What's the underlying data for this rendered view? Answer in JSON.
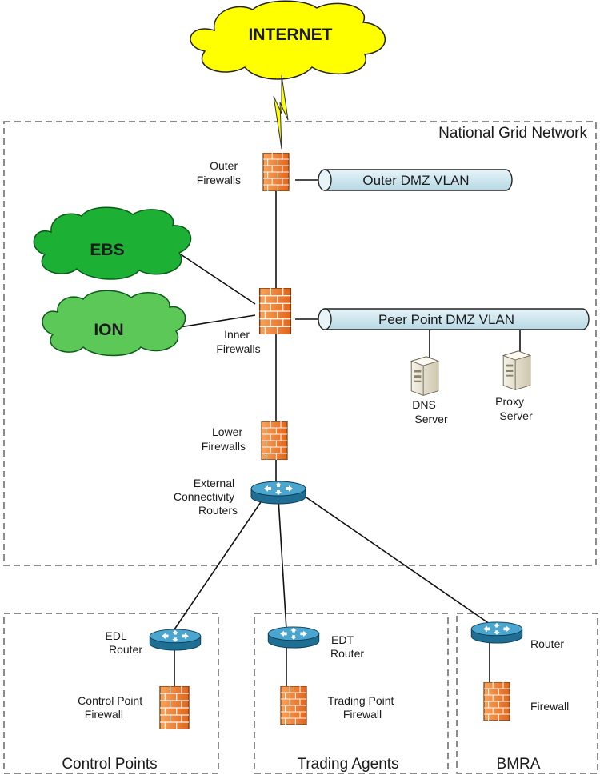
{
  "clouds": {
    "internet": "INTERNET",
    "ebs": "EBS",
    "ion": "ION"
  },
  "regions": {
    "national_grid": "National Grid Network",
    "control_points": "Control Points",
    "trading_agents": "Trading Agents",
    "bmra": "BMRA"
  },
  "vlans": {
    "outer_dmz": "Outer DMZ VLAN",
    "peer_point_dmz": "Peer Point DMZ VLAN"
  },
  "devices": {
    "outer_firewalls": [
      "Outer",
      "Firewalls"
    ],
    "inner_firewalls": [
      "Inner",
      "Firewalls"
    ],
    "lower_firewalls": [
      "Lower",
      "Firewalls"
    ],
    "external_routers": [
      "External",
      "Connectivity",
      "Routers"
    ],
    "dns_server": [
      "DNS",
      "Server"
    ],
    "proxy_server": [
      "Proxy",
      "Server"
    ],
    "edl_router": [
      "EDL",
      "Router"
    ],
    "control_point_firewall": [
      "Control Point",
      "Firewall"
    ],
    "edt_router": [
      "EDT",
      "Router"
    ],
    "trading_point_firewall": [
      "Trading Point",
      "Firewall"
    ],
    "bmra_router": "Router",
    "bmra_firewall": "Firewall"
  },
  "colors": {
    "internet_cloud": "#ffff00",
    "ebs_ion_cloud": "#1cb034",
    "firewall": "#f07a2a",
    "vlan_pipe": "#cfe8f0",
    "router": "#2f8fb8"
  }
}
